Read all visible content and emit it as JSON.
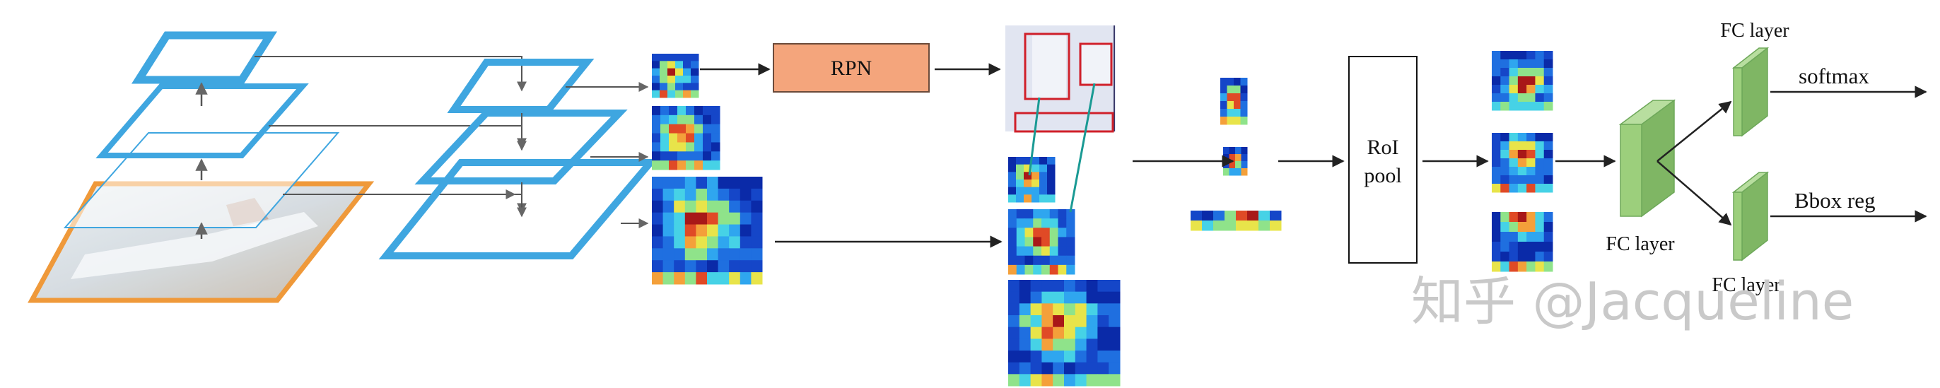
{
  "diagram": {
    "labels": {
      "rpn": "RPN",
      "roi_pool_line1": "RoI",
      "roi_pool_line2": "pool",
      "fc_layer_main": "FC layer",
      "fc_layer_top": "FC layer",
      "fc_layer_bottom": "FC layer",
      "softmax": "softmax",
      "bbox_reg": "Bbox reg"
    },
    "watermark": "知乎 @Jacqueline"
  },
  "colors": {
    "pyramid_blue": "#3fa6e0",
    "input_orange": "#ef9430",
    "rpn_fill": "#f4a57c",
    "rpn_border": "#6b4a3a",
    "proposal_red": "#d0202a",
    "teal_connector": "#1a9a94",
    "fc_green": "#9ccf7c",
    "fc_green_dark": "#6ea85a",
    "arrow": "#222222",
    "watermark": "#c9c9c9"
  }
}
